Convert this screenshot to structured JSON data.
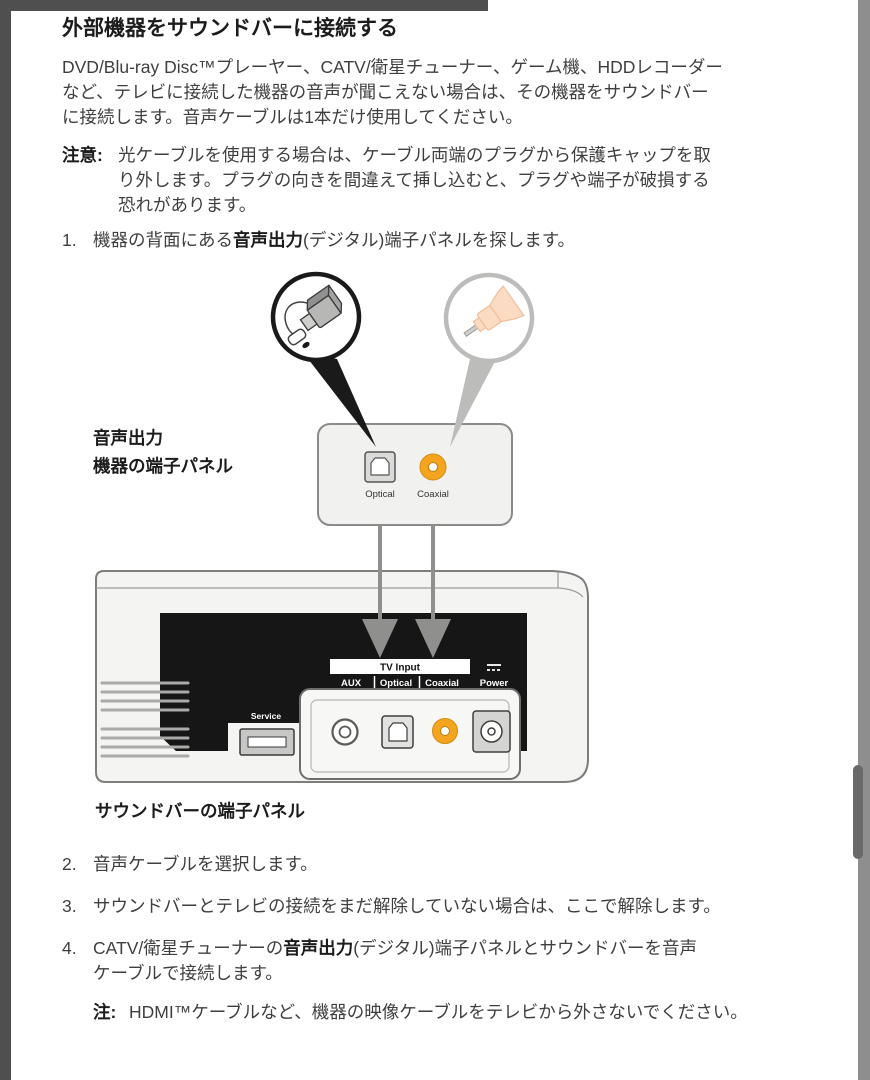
{
  "page": {
    "title": "外部機器をサウンドバーに接続する"
  },
  "intro": {
    "lines": [
      "DVD/Blu-ray Disc™プレーヤー、CATV/衛星チューナー、ゲーム機、HDDレコーダー",
      "など、テレビに接続した機器の音声が聞こえない場合は、その機器をサウンドバー",
      "に接続します。音声ケーブルは1本だけ使用してください。"
    ]
  },
  "note": {
    "label": "注意:",
    "lines": [
      "光ケーブルを使用する場合は、ケーブル両端のプラグから保護キャップを取",
      "り外します。プラグの向きを間違えて挿し込むと、プラグや端子が破損する",
      "恐れがあります。"
    ]
  },
  "steps": [
    {
      "num": "1.",
      "lines": [
        [
          {
            "t": "機器の背面にある"
          },
          {
            "t": "音声出力",
            "b": true
          },
          {
            "t": "(デジタル)端子パネルを探します。"
          }
        ]
      ]
    },
    {
      "num": "2.",
      "lines": [
        [
          {
            "t": "音声ケーブルを選択します。"
          }
        ]
      ]
    },
    {
      "num": "3.",
      "lines": [
        [
          {
            "t": "サウンドバーとテレビの接続をまだ解除していない場合は、ここで解除します。"
          }
        ]
      ]
    },
    {
      "num": "4.",
      "lines": [
        [
          {
            "t": "CATV/衛星チューナーの"
          },
          {
            "t": "音声出力",
            "b": true
          },
          {
            "t": "(デジタル)端子パネルとサウンドバーを音声"
          }
        ],
        [
          {
            "t": "ケーブルで接続します。"
          }
        ]
      ]
    }
  ],
  "step4_note": {
    "label": "注:",
    "lines": [
      [
        {
          "t": "HDMI™ケーブルなど、機器の映像ケーブルをテレビから外さないでください。"
        }
      ]
    ]
  },
  "diagram": {
    "panel_label_line1": "音声出力",
    "panel_label_line2": "機器の端子パネル",
    "device_panel": {
      "optical": "Optical",
      "coaxial": "Coaxial"
    },
    "soundbar_panel": {
      "tv_input": "TV Input",
      "aux": "AUX",
      "optical": "Optical",
      "coaxial": "Coaxial",
      "power": "Power",
      "service": "Service"
    },
    "caption": "サウンドバーの端子パネル",
    "colors": {
      "coaxial_orange": "#F5A41F",
      "arrow_gray": "#8F8F8D",
      "callout_black": "#1A1A1A",
      "callout_gray": "#BCBCBA",
      "rca_peach": "#FBDCC2"
    }
  }
}
